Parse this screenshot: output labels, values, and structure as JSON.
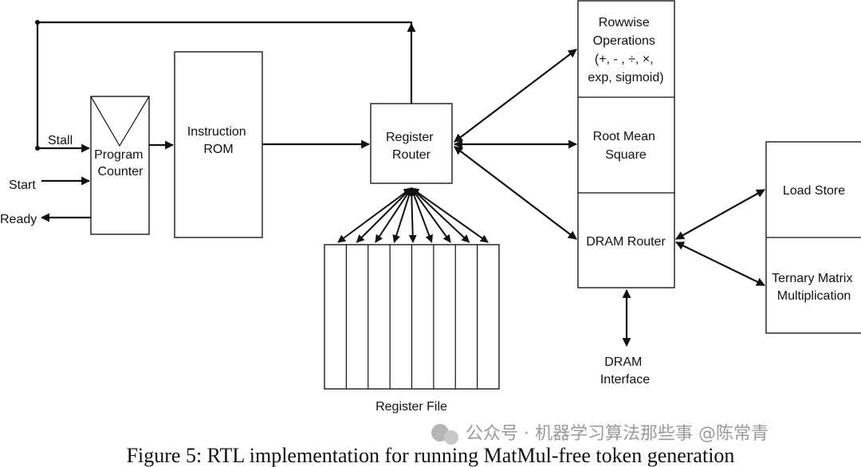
{
  "labels": {
    "stall": "Stall",
    "start": "Start",
    "ready": "Ready",
    "program_counter": [
      "Program",
      "Counter"
    ],
    "instruction_rom": [
      "Instruction",
      "ROM"
    ],
    "register_router": [
      "Register",
      "Router"
    ],
    "register_file": "Register File",
    "rowwise_operations": [
      "Rowwise",
      "Operations",
      "(+, - , ÷, ×,",
      "exp, sigmoid)"
    ],
    "root_mean_square": [
      "Root Mean",
      "Square"
    ],
    "dram_router": "DRAM Router",
    "dram_interface": [
      "DRAM",
      "Interface"
    ],
    "load_store": "Load Store",
    "ternary_matrix_multiplication": [
      "Ternary Matrix",
      "Multiplication"
    ]
  },
  "caption": "Figure 5: RTL implementation for running MatMul-free token generation",
  "watermark": "公众号 · 机器学习算法那些事 @陈常青",
  "colors": {
    "ink": "#111111",
    "watermark": "#9a9a9a"
  }
}
